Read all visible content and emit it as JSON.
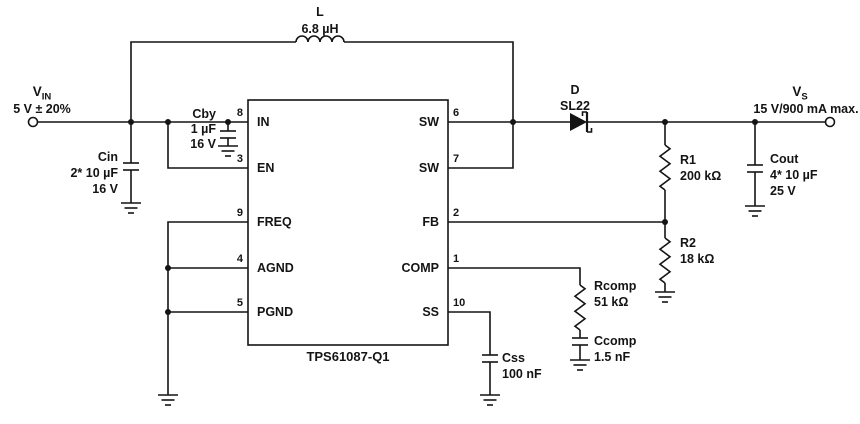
{
  "colors": {
    "line": "#141414",
    "background": "#ffffff"
  },
  "input": {
    "label": "V",
    "label_sub": "IN",
    "spec": "5 V ± 20%"
  },
  "output": {
    "label": "V",
    "label_sub": "S",
    "spec": "15 V/900 mA max."
  },
  "inductor": {
    "ref": "L",
    "value": "6.8 µH"
  },
  "diode": {
    "ref": "D",
    "value": "SL22"
  },
  "ic": {
    "name": "TPS61087-Q1",
    "pins": {
      "in": {
        "num": "8",
        "label": "IN"
      },
      "en": {
        "num": "3",
        "label": "EN"
      },
      "freq": {
        "num": "9",
        "label": "FREQ"
      },
      "agnd": {
        "num": "4",
        "label": "AGND"
      },
      "pgnd": {
        "num": "5",
        "label": "PGND"
      },
      "sw_a": {
        "num": "6",
        "label": "SW"
      },
      "sw_b": {
        "num": "7",
        "label": "SW"
      },
      "fb": {
        "num": "2",
        "label": "FB"
      },
      "comp": {
        "num": "1",
        "label": "COMP"
      },
      "ss": {
        "num": "10",
        "label": "SS"
      }
    }
  },
  "components": {
    "cin": {
      "ref": "Cin",
      "value": "2* 10 µF",
      "rating": "16 V"
    },
    "cby": {
      "ref": "Cby",
      "value": "1 µF",
      "rating": "16 V"
    },
    "cout": {
      "ref": "Cout",
      "value": "4* 10 µF",
      "rating": "25 V"
    },
    "css": {
      "ref": "Css",
      "value": "100 nF"
    },
    "ccomp": {
      "ref": "Ccomp",
      "value": "1.5 nF"
    },
    "r1": {
      "ref": "R1",
      "value": "200 kΩ"
    },
    "r2": {
      "ref": "R2",
      "value": "18 kΩ"
    },
    "rcomp": {
      "ref": "Rcomp",
      "value": "51 kΩ"
    }
  }
}
